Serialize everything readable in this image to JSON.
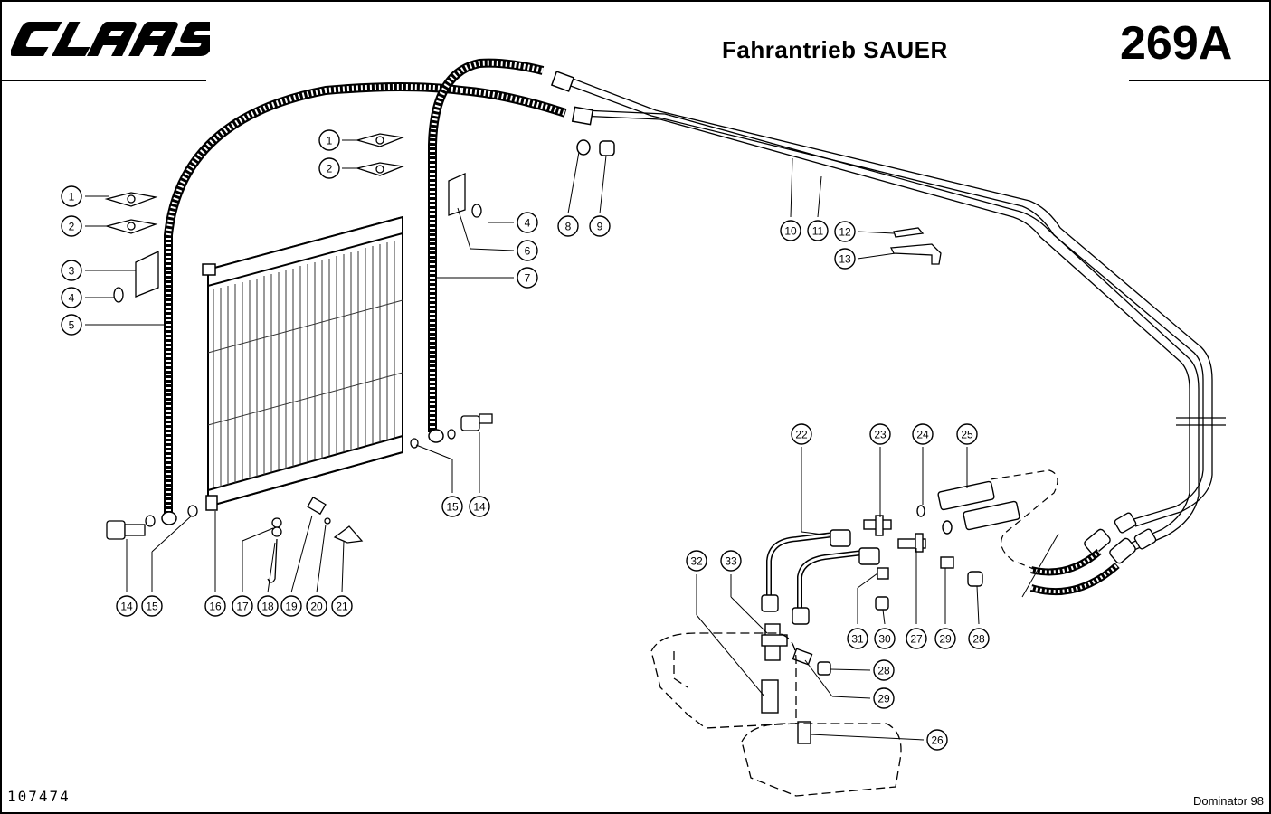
{
  "header": {
    "brand": "CLAAS",
    "title": "Fahrantrieb SAUER",
    "page_number": "269A"
  },
  "footer": {
    "document_number": "107474",
    "model": "Dominator 98"
  },
  "callouts": [
    "1",
    "2",
    "3",
    "4",
    "5",
    "1",
    "2",
    "4",
    "6",
    "7",
    "8",
    "9",
    "10",
    "11",
    "12",
    "13",
    "14",
    "15",
    "15",
    "14",
    "16",
    "17",
    "18",
    "19",
    "20",
    "21",
    "22",
    "23",
    "24",
    "25",
    "32",
    "33",
    "31",
    "30",
    "27",
    "29",
    "28",
    "28",
    "29",
    "26"
  ]
}
